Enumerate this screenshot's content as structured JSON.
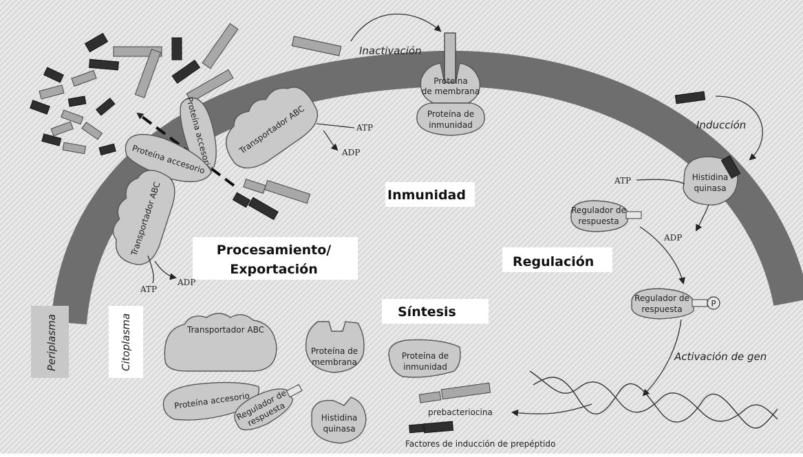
{
  "labels": {
    "inactivacion": "Inactivación",
    "proteina_membrana_top": "Proteína",
    "proteina_membrana_bottom": "de membrana",
    "proteina_inmunidad_top": "Proteína de",
    "proteina_inmunidad_bottom": "inmunidad",
    "induccion": "Inducción",
    "histidina_top": "Histidina",
    "histidina_bottom": "quinasa",
    "atp_right": "ATP",
    "regulador1_top": "Regulador de",
    "regulador1_bottom": "respuesta",
    "adp_right": "ADP",
    "regulacion": "Regulación",
    "regulador2_top": "Regulador de",
    "regulador2_bottom": "respuesta",
    "p_mark": "P",
    "activacion_gen": "Activación de gen",
    "inmunidad": "Inmunidad",
    "procesamiento_1": "Procesamiento/",
    "procesamiento_2": "Exportación",
    "sintesis": "Síntesis",
    "periplasma": "Periplasma",
    "citoplasma": "Citoplasma",
    "transportador_abc_top": "Transportador ABC",
    "proteina_accesorio_top": "Proteína accesorio",
    "transportador_abc_left": "Transportador ABC",
    "proteina_accesorio_left": "Proteína accesorio",
    "atp_top": "ATP",
    "adp_top": "ADP",
    "atp_bottom": "ATP",
    "adp_bottom": "ADP",
    "s_transportador": "Transportador ABC",
    "s_membrana_top": "Proteína de",
    "s_membrana_bottom": "membrana",
    "s_inmunidad_top": "Proteína de",
    "s_inmunidad_bottom": "inmunidad",
    "s_accesorio": "Proteína accesorio",
    "s_regulador_top": "Regulador de",
    "s_regulador_bottom": "respuesta",
    "s_histidina_top": "Histidina",
    "s_histidina_bottom": "quinasa",
    "prebacteriocina": "prebacteriocina",
    "factores": "Factores de inducción de prepéptido"
  },
  "colors": {
    "membrane": "#6e6e6e",
    "protein_fill": "#c9c9c9",
    "peptide_dark": "#2f2f2f",
    "peptide_light": "#a8a8a8"
  }
}
